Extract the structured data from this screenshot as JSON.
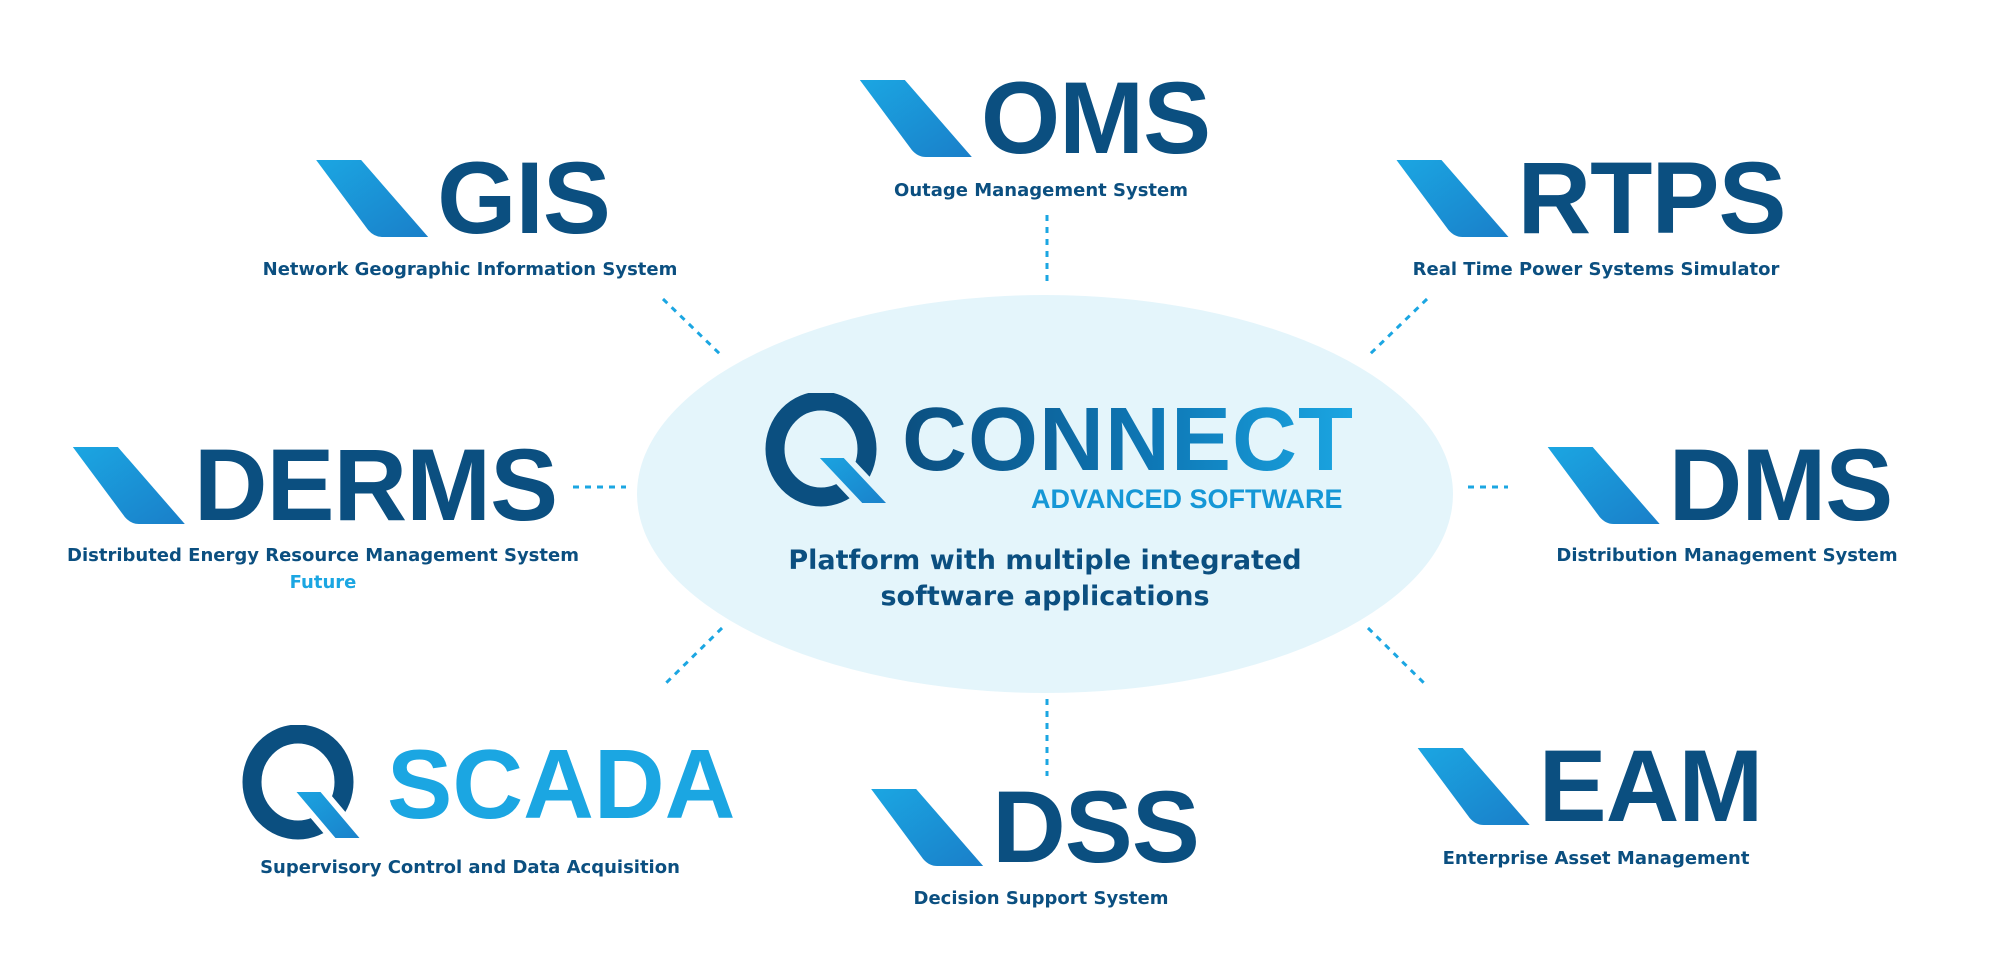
{
  "center": {
    "brand": "CONNECT",
    "tagline": "ADVANCED SOFTWARE",
    "description_line1": "Platform with multiple integrated",
    "description_line2": "software applications"
  },
  "modules": {
    "oms": {
      "name": "OMS",
      "subtitle": "Outage Management System"
    },
    "gis": {
      "name": "GIS",
      "subtitle": "Network Geographic Information System"
    },
    "rtps": {
      "name": "RTPS",
      "subtitle": "Real Time Power Systems Simulator"
    },
    "derms": {
      "name": "DERMS",
      "subtitle": "Distributed Energy Resource Management System",
      "status": "Future"
    },
    "dms": {
      "name": "DMS",
      "subtitle": "Distribution Management System"
    },
    "scada": {
      "name": "SCADA",
      "subtitle": "Supervisory Control and Data Acquisition"
    },
    "dss": {
      "name": "DSS",
      "subtitle": "Decision Support System"
    },
    "eam": {
      "name": "EAM",
      "subtitle": "Enterprise Asset Management"
    }
  },
  "colors": {
    "dark_blue": "#0b4f80",
    "light_blue": "#1ba6e2",
    "ellipse": "#e4f5fb"
  }
}
